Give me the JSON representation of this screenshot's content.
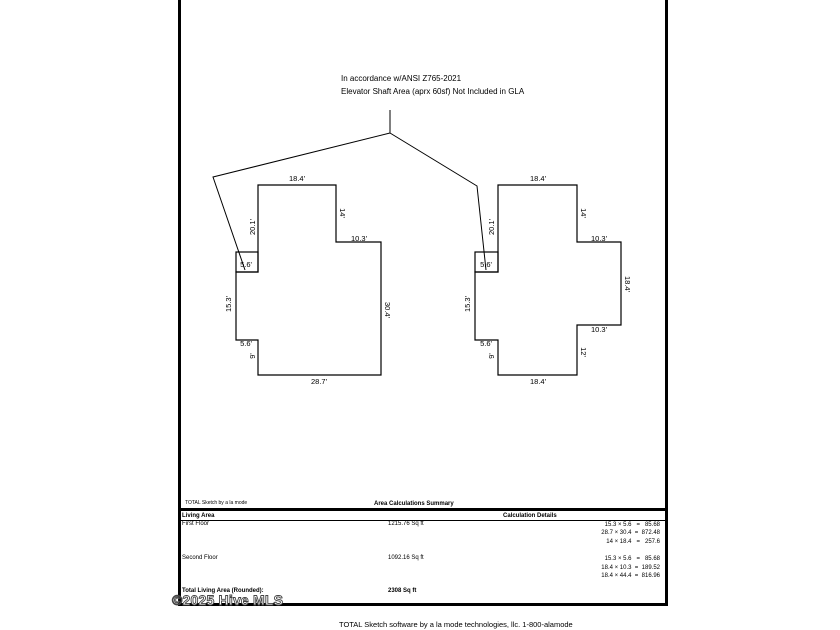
{
  "notes": {
    "line1": "In accordance w/ANSI Z765-2021",
    "line2": "Elevator Shaft Area (aprx 60sf) Not Included in GLA"
  },
  "sketch_labels": {
    "floor1": {
      "top": "18.4'",
      "notch_v": "14'",
      "notch_h": "10.3'",
      "right": "30.4'",
      "bottom": "28.7'",
      "left_upper": "20.1'",
      "elevator_w": "5.6'",
      "left_mid": "15.3'",
      "lower_jog": "5.6'",
      "lower_left": "9'"
    },
    "floor2": {
      "top": "18.4'",
      "notch_v": "14'",
      "notch_h": "10.3'",
      "right": "18.4'",
      "lower_notch_h": "10.3'",
      "lower_notch_v": "12'",
      "bottom": "18.4'",
      "left_upper": "20.1'",
      "elevator_w": "5.6'",
      "left_mid": "15.3'",
      "lower_jog": "5.6'",
      "lower_left": "9'"
    }
  },
  "summary": {
    "credit": "TOTAL Sketch by a la mode",
    "title": "Area Calculations Summary",
    "col_living": "Living Area",
    "col_details": "Calculation Details",
    "first_floor_label": "First Floor",
    "first_floor_area": "1215.76 Sq ft",
    "first_calcs": [
      "15.3 × 5.6   =   85.68",
      "28.7 × 30.4  =  872.48",
      "14 × 18.4   =   257.6"
    ],
    "second_floor_label": "Second Floor",
    "second_floor_area": "1092.16 Sq ft",
    "second_calcs": [
      "15.3 × 5.6   =   85.68",
      "18.4 × 10.3  =  189.52",
      "18.4 × 44.4  =  816.96"
    ],
    "total_label": "Total Living Area (Rounded):",
    "total_value": "2308 Sq ft"
  },
  "footer": "TOTAL Sketch software by a la mode technologies, llc. 1-800-alamode",
  "watermark": "©2025 Hive MLS"
}
